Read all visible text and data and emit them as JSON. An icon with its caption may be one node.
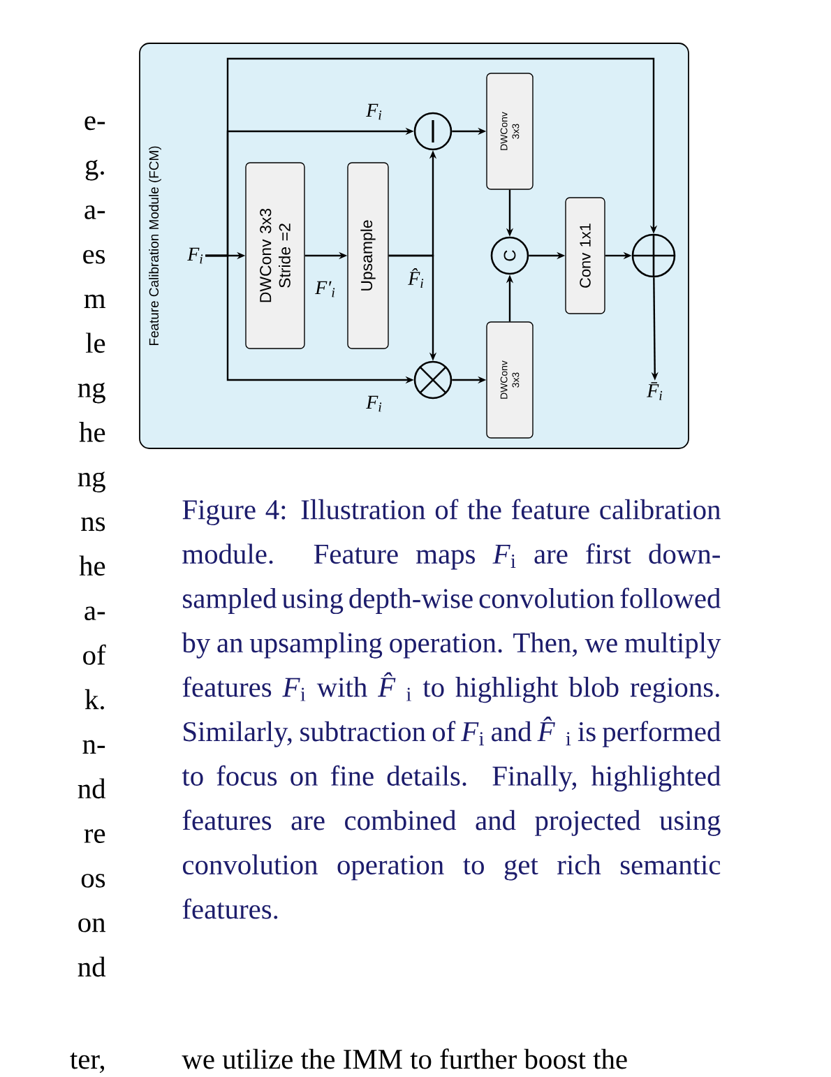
{
  "diagram": {
    "caption": "Figure 4: Illustration of the feature calibration module. Feature maps *F*$_{i}$ are first down-sampled using depth-wise convolution followed by an upsampling operation. Then, we multiply features *F*$_{i}$ with *F̂*$_{i}$ to highlight blob regions. Similarly, subtraction of *F*$_{i}$ and *F̂*$_{i}$ is performed to focus on fine details. Finally, highlighted features are combined and projected using convolution operation to get rich semantic features.",
    "nodes": [
      {
        "text": [
          "Feature Calibration Module (FCM)"
        ]
      },
      {
        "text": [
          "*F*$_{i}$"
        ],
        "in": 0
      },
      {
        "text": [
          "DWConv 3x3 Stride =2"
        ],
        "in": 0
      },
      {
        "text": [
          "Upsample"
        ],
        "in": 0
      },
      {
        "text": [],
        "shape": "circle",
        "in": 0
      },
      {
        "text": [],
        "shape": "circle",
        "in": 0
      },
      {
        "text": [
          "DWConv 3x3"
        ],
        "in": 0
      },
      {
        "text": [
          "DWConv 3x3"
        ],
        "in": 0
      },
      {
        "text": [
          "C"
        ],
        "in": 0
      },
      {
        "text": [
          "Conv 1x1"
        ],
        "in": 0
      },
      {
        "text": [],
        "shape": "circle",
        "in": 0
      },
      {
        "text": [
          "*F̄*$_{i}$"
        ],
        "in": 0
      }
    ],
    "edges": [
      {
        "from": 1,
        "to": 2,
        "arrow": "to"
      },
      {
        "from": 1,
        "to": 10,
        "arrow": "to"
      },
      {
        "from": 1,
        "to": 4,
        "arrow": "to",
        "label": "*F*$_{i}$"
      },
      {
        "from": 1,
        "to": 5,
        "arrow": "to",
        "label": "*F*$_{i}$"
      },
      {
        "from": 2,
        "to": 3,
        "arrow": "to",
        "label": "*F*′$_{i}$"
      },
      {
        "from": 3,
        "to": 4,
        "arrow": "to",
        "label": "*F̂*$_{i}$"
      },
      {
        "from": 3,
        "to": 5,
        "arrow": "to"
      },
      {
        "from": 4,
        "to": 6,
        "arrow": "to"
      },
      {
        "from": 5,
        "to": 7,
        "arrow": "to"
      },
      {
        "from": 6,
        "to": 8,
        "arrow": "to"
      },
      {
        "from": 7,
        "to": 8,
        "arrow": "to"
      },
      {
        "from": 8,
        "to": 9,
        "arrow": "to"
      },
      {
        "from": 9,
        "to": 10,
        "arrow": "to"
      },
      {
        "from": 10,
        "to": 11,
        "arrow": "to"
      }
    ],
    "labels": [
      "e-",
      "g.",
      "a-",
      "es",
      "m",
      "le",
      "ng",
      "he",
      "ng",
      "ns",
      "he",
      "a-",
      "of",
      "k.",
      "n-",
      "nd",
      "re",
      "os",
      "on",
      "nd",
      "ter,",
      "we utilize the IMM to further boost the"
    ]
  }
}
